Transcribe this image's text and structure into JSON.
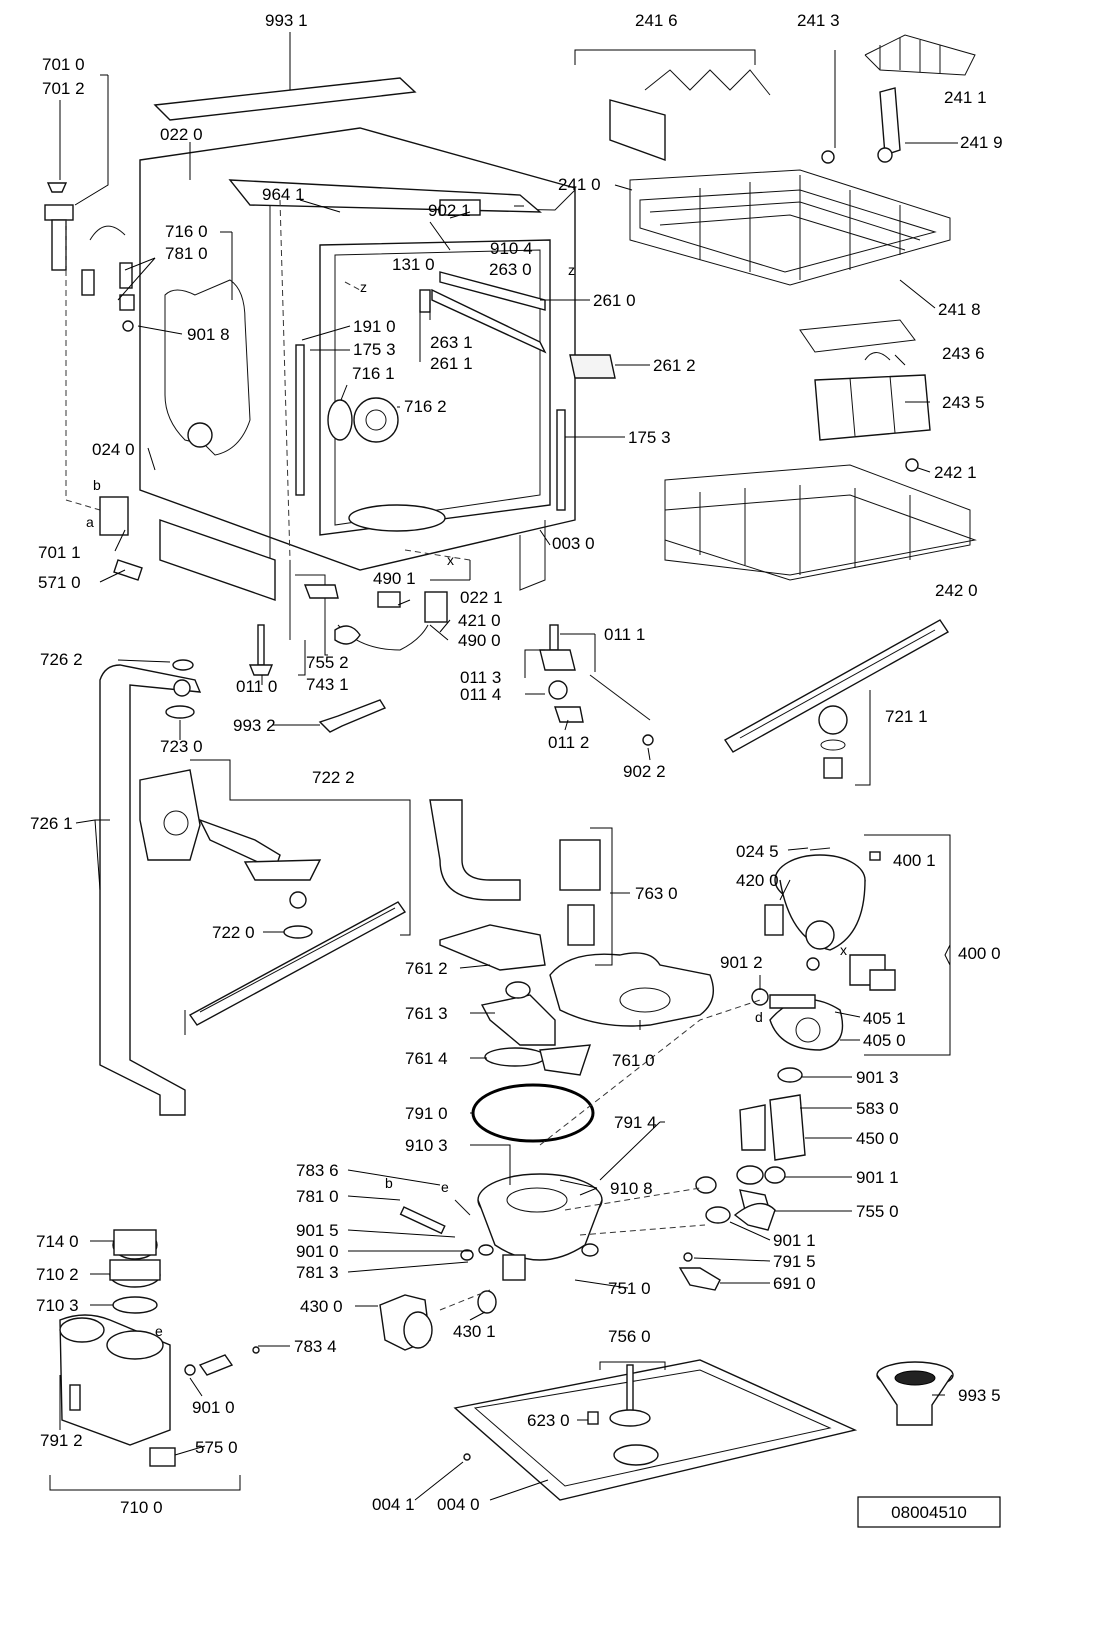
{
  "labels": {
    "l9931": "993 1",
    "l2416": "241 6",
    "l2413": "241 3",
    "l7010": "701 0",
    "l7012": "701 2",
    "l2411": "241 1",
    "l2419": "241 9",
    "l0220": "022 0",
    "l9641": "964 1",
    "l9021": "902 1",
    "l2410": "241 0",
    "l9104": "910 4",
    "l7160": "716 0",
    "l7810": "781 0",
    "l1310": "131 0",
    "l2630": "263 0",
    "l2610": "261 0",
    "l2418": "241 8",
    "l9018": "901 8",
    "l1910": "191 0",
    "l1753a": "175 3",
    "l2631": "263 1",
    "l2611": "261 1",
    "l2612": "261 2",
    "l2436": "243 6",
    "l7161": "716 1",
    "l7162": "716 2",
    "l2435": "243 5",
    "l1753b": "175 3",
    "l0240": "024 0",
    "l2421": "242 1",
    "l7011": "701 1",
    "l0030": "003 0",
    "l5710": "571 0",
    "l4901": "490 1",
    "l0221": "022 1",
    "l4210": "421 0",
    "l4900": "490 0",
    "l2420": "242 0",
    "l0111": "011 1",
    "l7262": "726 2",
    "l0110": "011 0",
    "l7552": "755 2",
    "l7431": "743 1",
    "l0113": "011 3",
    "l0114": "011 4",
    "l7211": "721 1",
    "l9932": "993 2",
    "l0112": "011 2",
    "l7230": "723 0",
    "l9022": "902 2",
    "l7222": "722 2",
    "l7261": "726 1",
    "l0245": "024 5",
    "l4001": "400 1",
    "l7630": "763 0",
    "l4200": "420 0",
    "l7220": "722 0",
    "l7612": "761 2",
    "l4000": "400 0",
    "l9012": "901 2",
    "l7613": "761 3",
    "l4051": "405 1",
    "l4050": "405 0",
    "l7614": "761 4",
    "l7610": "761 0",
    "l9013": "901 3",
    "l7910": "791 0",
    "l7914": "791 4",
    "l5830": "583 0",
    "l4500": "450 0",
    "l9103": "910 3",
    "l9011a": "901 1",
    "l7836": "783 6",
    "l9108": "910 8",
    "l7810b": "781 0",
    "l7550": "755 0",
    "l9015": "901 5",
    "l9011b": "901 1",
    "l7140": "714 0",
    "l9010": "901 0",
    "l7915": "791 5",
    "l7813": "781 3",
    "l7510": "751 0",
    "l7102": "710 2",
    "l6910": "691 0",
    "l4300": "430 0",
    "l4301": "430 1",
    "l7103": "710 3",
    "l7834": "783 4",
    "l7560": "756 0",
    "l9935": "993 5",
    "l9010b": "901 0",
    "l6230": "623 0",
    "l7912": "791 2",
    "l5750": "575 0",
    "l7100": "710 0",
    "l0041": "004 1",
    "l0040": "004 0"
  },
  "markers": {
    "a": "a",
    "b": "b",
    "b2": "b",
    "z1": "z",
    "z2": "z",
    "x1": "x",
    "x2": "x",
    "d": "d",
    "e1": "e",
    "e2": "e"
  },
  "diagram_code": "08004510"
}
